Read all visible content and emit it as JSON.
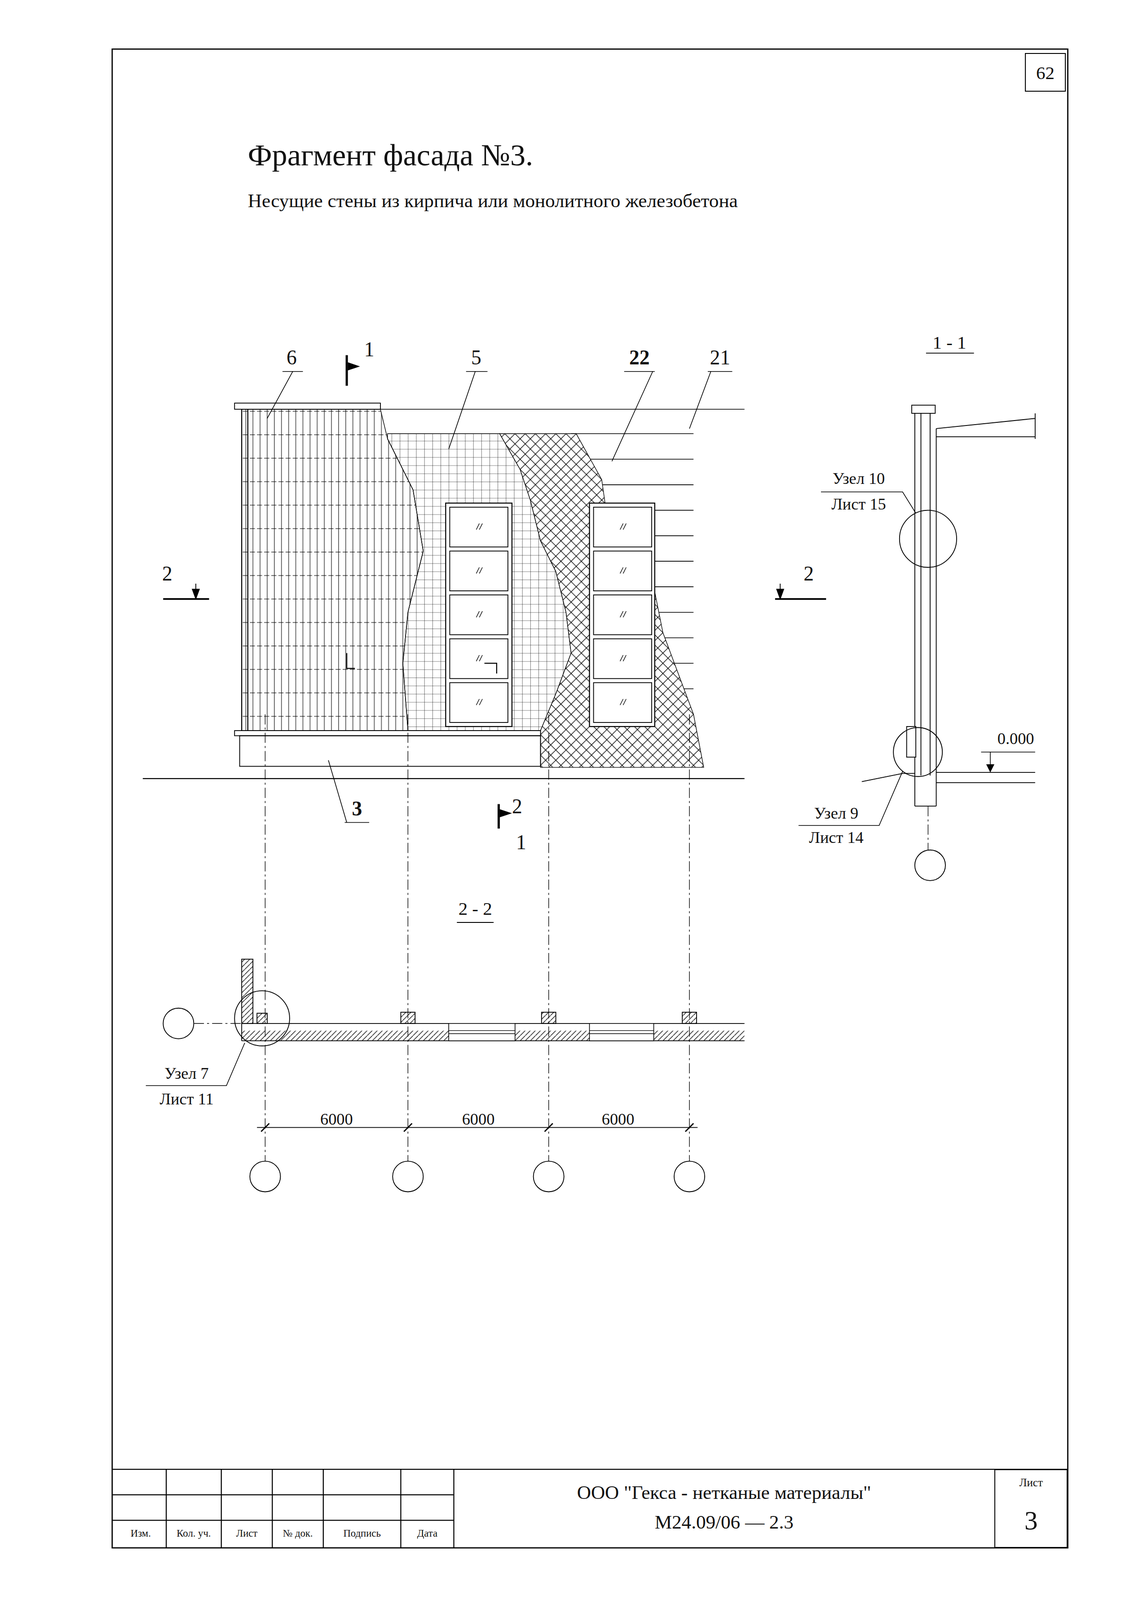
{
  "diagram": {
    "title": "Фрагмент фасада №3.",
    "nodes": [
      {
        "text": [
          "62"
        ]
      },
      {
        "text": [
          "Лист",
          "3"
        ]
      }
    ],
    "labels": [
      "Несущие стены из кирпича или монолитного железобетона",
      "6",
      "1",
      "5",
      "22",
      "21",
      "2",
      "2",
      "3",
      "2",
      "1",
      "1 - 1",
      "Узел 10",
      "Лист 15",
      "0.000",
      "Узел 9",
      "Лист 14",
      "2 - 2",
      "Узел 7",
      "Лист 11",
      "6000",
      "6000",
      "6000",
      "Изм.",
      "Кол. уч.",
      "Лист",
      "№ док.",
      "Подпись",
      "Дата",
      "ООО \"Гекса - нетканые материалы\"",
      "М24.09/06 — 2.3"
    ]
  }
}
